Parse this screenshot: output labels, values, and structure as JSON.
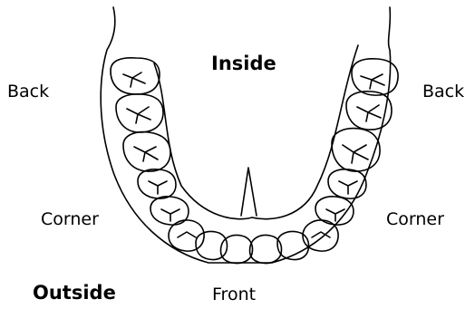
{
  "labels": {
    "inside": "Inside",
    "outside": "Outside",
    "front": "Front",
    "back_left": "Back",
    "back_right": "Back",
    "corner_left": "Corner",
    "corner_right": "Corner"
  },
  "colors": {
    "line": "#000000",
    "background": "#ffffff"
  }
}
